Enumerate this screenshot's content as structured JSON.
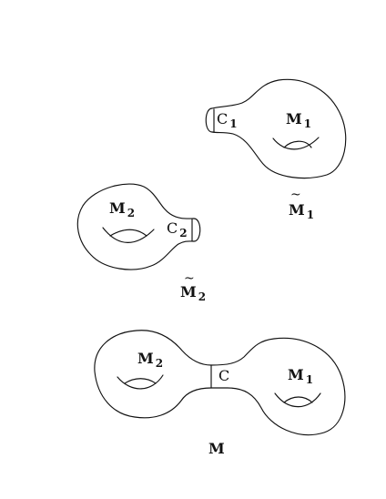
{
  "labels": {
    "m1_top": {
      "letter": "M",
      "index": "1"
    },
    "c1": {
      "letter": "C",
      "index": "1"
    },
    "m1_tilde_caption": {
      "tilde": "~",
      "letter": "M",
      "index": "1"
    },
    "m2_left": {
      "letter": "M",
      "index": "2"
    },
    "c2": {
      "letter": "C",
      "index": "2"
    },
    "m2_tilde_caption": {
      "tilde": "~",
      "letter": "M",
      "index": "2"
    },
    "m2_bottom": {
      "letter": "M",
      "index": "2"
    },
    "c_bottom": {
      "letter": "C"
    },
    "m1_bottom": {
      "letter": "M",
      "index": "1"
    },
    "m_caption": {
      "letter": "M"
    }
  }
}
